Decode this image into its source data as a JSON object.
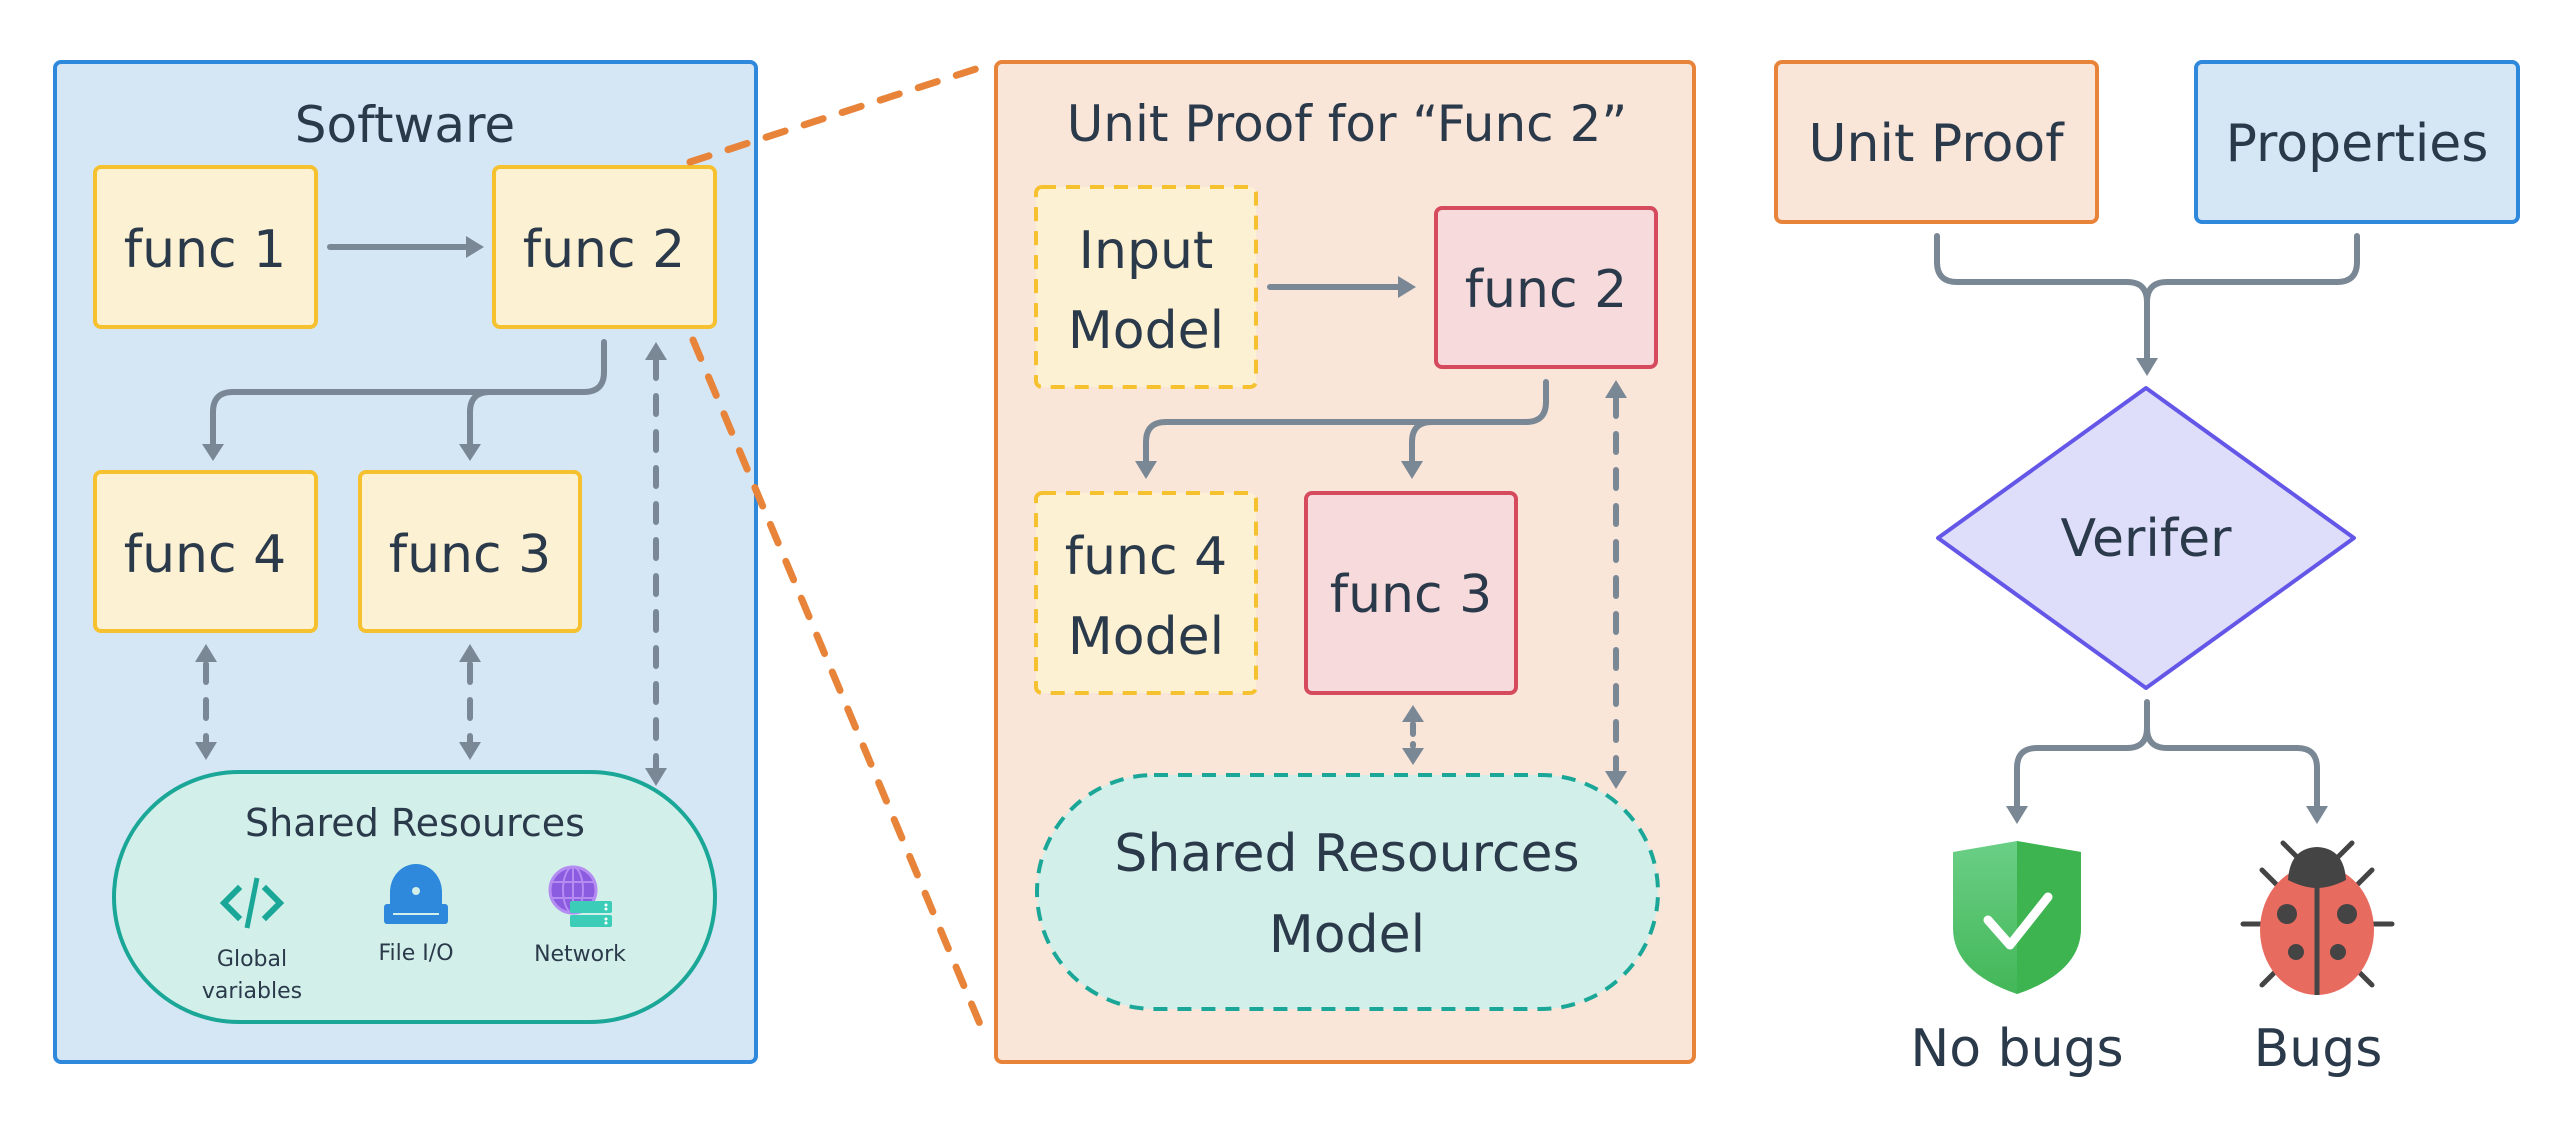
{
  "colors": {
    "software_fill": "#D5E6F5",
    "software_stroke": "#2E88DB",
    "func_fill": "#FDF1D3",
    "func_stroke": "#F6C12E",
    "proof_fill": "#FAE5D9",
    "proof_stroke": "#E8833A",
    "target_fill": "#F7DADC",
    "target_stroke": "#D64A5E",
    "shared_fill": "#D2EFEA",
    "shared_stroke": "#1BA797",
    "verifier_fill": "#DEDDFA",
    "verifier_stroke": "#6457E8",
    "arrow": "#7A8896",
    "text": "#2B3A4A",
    "zoom_line": "#E8833A"
  },
  "software": {
    "title": "Software",
    "funcs": {
      "func1": "func 1",
      "func2": "func 2",
      "func3": "func 3",
      "func4": "func 4"
    },
    "shared_resources": {
      "title": "Shared Resources",
      "items": [
        {
          "icon": "code-icon",
          "label_line1": "Global",
          "label_line2": "variables"
        },
        {
          "icon": "disk-drive-icon",
          "label_line1": "File I/O",
          "label_line2": ""
        },
        {
          "icon": "network-globe-server-icon",
          "label_line1": "Network",
          "label_line2": ""
        }
      ]
    }
  },
  "unit_proof_panel": {
    "title": "Unit Proof for “Func 2”",
    "input_model": {
      "line1": "Input",
      "line2": "Model"
    },
    "func2": "func 2",
    "func4_model": {
      "line1": "func 4",
      "line2": "Model"
    },
    "func3": "func 3",
    "shared_model": {
      "line1": "Shared Resources",
      "line2": "Model"
    }
  },
  "verification": {
    "unit_proof": "Unit Proof",
    "properties": "Properties",
    "verifier": "Verifer",
    "outcomes": [
      {
        "icon": "shield-check-icon",
        "label": "No bugs"
      },
      {
        "icon": "ladybug-icon",
        "label": "Bugs"
      }
    ]
  }
}
